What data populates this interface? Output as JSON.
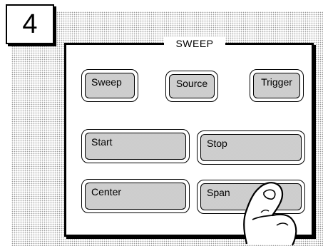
{
  "step_number": "4",
  "panel": {
    "title": "SWEEP",
    "buttons": {
      "sweep": "Sweep",
      "source": "Source",
      "trigger": "Trigger",
      "start": "Start",
      "stop": "Stop",
      "center": "Center",
      "span": "Span"
    }
  },
  "icons": {
    "hand": "pointing-finger-icon"
  }
}
